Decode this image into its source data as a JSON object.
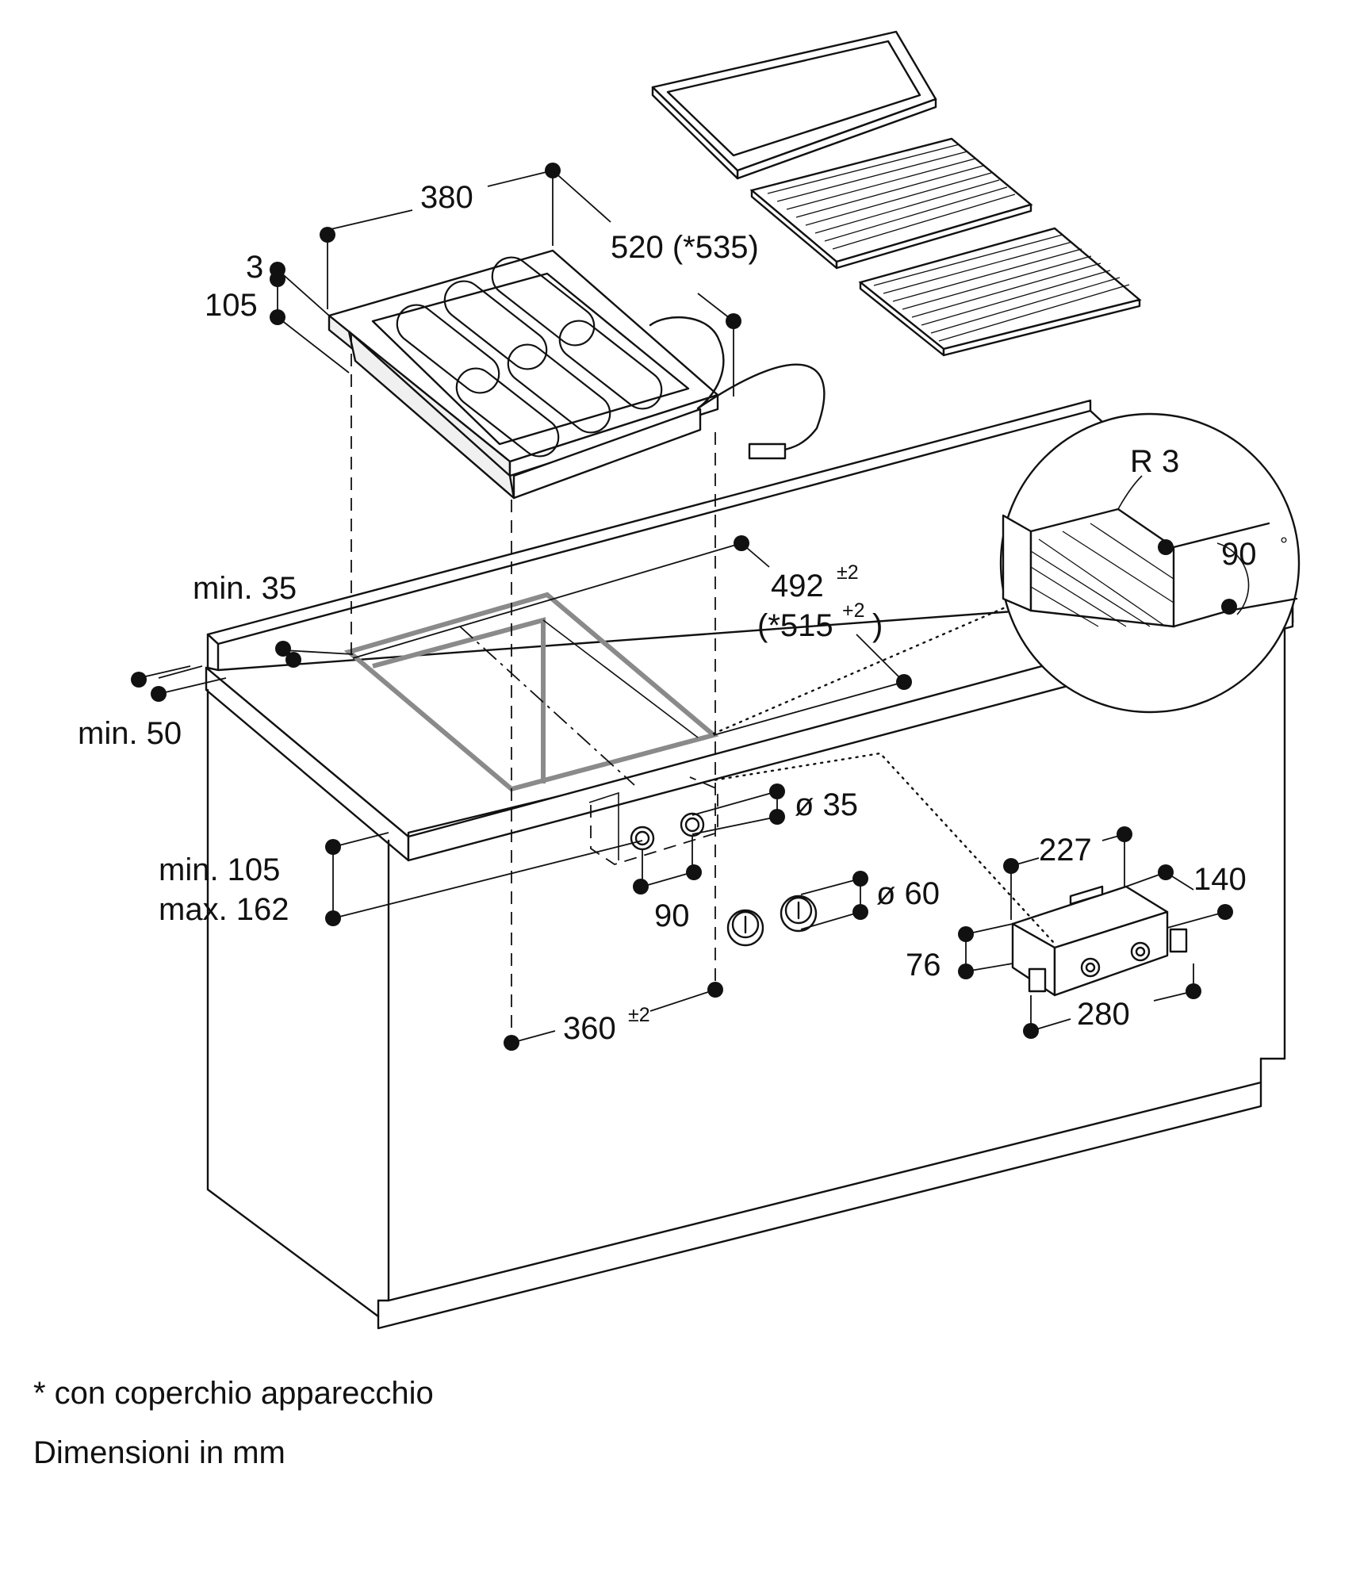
{
  "labels": {
    "width_top": "380",
    "depth_top": "520 (*535)",
    "thickness_rim": "3",
    "height_appliance": "105",
    "corner_radius": "R 3",
    "corner_angle": "90",
    "degree_symbol": "°",
    "cutout_depth_main": "492",
    "cutout_depth_tol": "±2",
    "cutout_depth_alt_main": "(*515",
    "cutout_depth_alt_tol": "+2",
    "cutout_depth_alt_close": ")",
    "dist_back": "min. 35",
    "dist_front": "min. 50",
    "worktop_min": "min. 105",
    "worktop_max": "max. 162",
    "hole_small": "ø 35",
    "hole_spacing": "90",
    "hole_large": "ø 60",
    "cutout_width_main": "360",
    "cutout_width_tol": "±2",
    "box_width": "227",
    "box_depth": "140",
    "box_height": "76",
    "box_length": "280"
  },
  "footnotes": {
    "asterisk_note": "* con coperchio apparecchio",
    "units_note": "Dimensioni in mm"
  }
}
